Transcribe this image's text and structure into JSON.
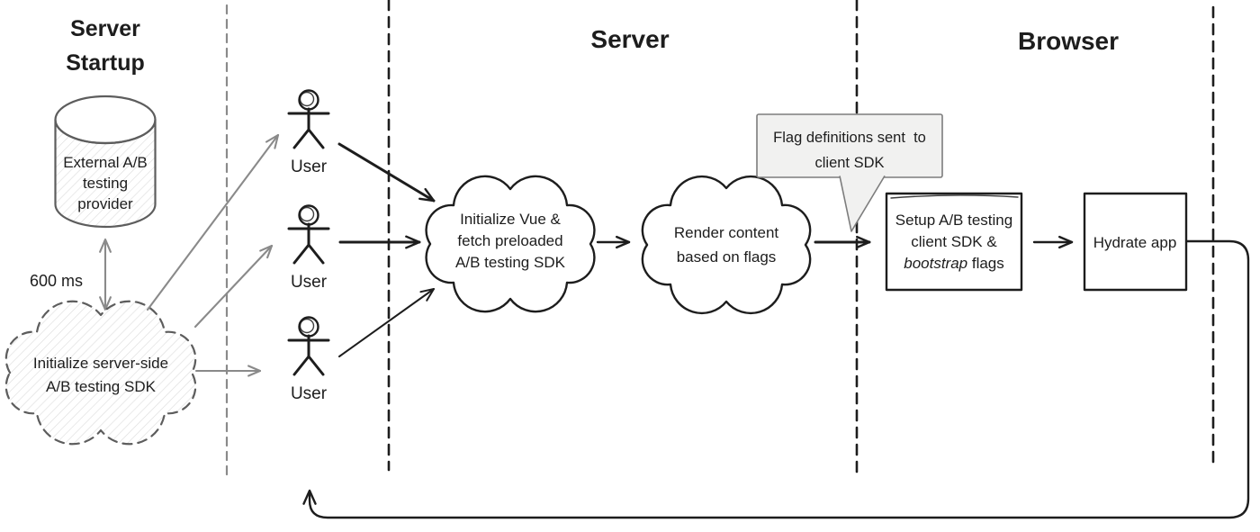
{
  "colors": {
    "ink": "#1d1d1d",
    "muted": "#8a8a8a",
    "outline_soft": "#5d5d5d",
    "hatch": "#dedede",
    "bubble_fill": "#f1f1f0",
    "bubble_border": "#7d7d7d",
    "background": "#ffffff"
  },
  "lanes": {
    "startup_title_line1": "Server",
    "startup_title_line2": "Startup",
    "server_title": "Server",
    "browser_title": "Browser"
  },
  "startup": {
    "database_lines": [
      "External A/B",
      "testing",
      "provider"
    ],
    "latency_label": "600 ms",
    "init_cloud_lines": [
      "Initialize server-side",
      "A/B testing SDK"
    ]
  },
  "users": [
    {
      "label": "User"
    },
    {
      "label": "User"
    },
    {
      "label": "User"
    }
  ],
  "server": {
    "vue_cloud_lines": [
      "Initialize Vue &",
      "fetch preloaded",
      "A/B testing SDK"
    ],
    "render_cloud_lines": [
      "Render content",
      "based on flags"
    ],
    "flag_bubble_lines": [
      "Flag definitions sent  to",
      "client SDK"
    ]
  },
  "browser": {
    "setup_box_lines": [
      "Setup A/B testing",
      "client SDK &"
    ],
    "setup_box_line3_italic": "bootstrap",
    "setup_box_line3_rest": " flags",
    "hydrate_box_label": "Hydrate app"
  }
}
